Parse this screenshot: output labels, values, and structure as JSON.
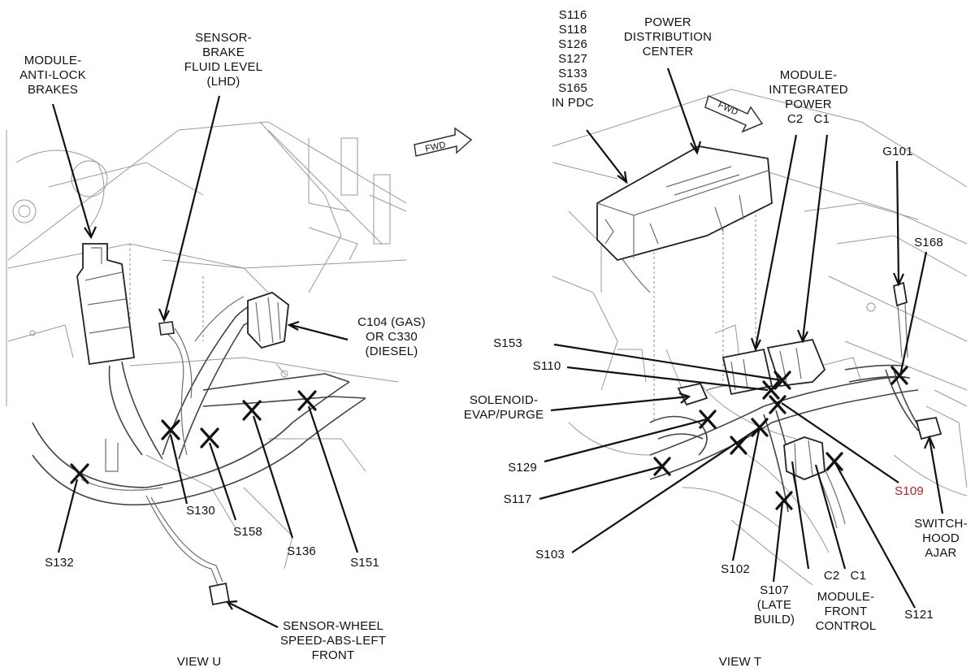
{
  "view_u": {
    "module_abs": "MODULE-\nANTI-LOCK\nBRAKES",
    "sensor_brake_fluid": "SENSOR-\nBRAKE\nFLUID LEVEL\n(LHD)",
    "fwd": "FWD",
    "c104": "C104 (GAS)\nOR C330\n(DIESEL)",
    "s130": "S130",
    "s158": "S158",
    "s136": "S136",
    "s151": "S151",
    "s132": "S132",
    "sensor_wheel": "SENSOR-WHEEL\nSPEED-ABS-LEFT\nFRONT",
    "caption": "VIEW U"
  },
  "view_t": {
    "splices_pdc": "S116\nS118\nS126\nS127\nS133\nS165\nIN PDC",
    "pdc": "POWER\nDISTRIBUTION\nCENTER",
    "fwd": "FWD",
    "module_ipm": "MODULE-\nINTEGRATED\nPOWER\nC2   C1",
    "g101": "G101",
    "s168": "S168",
    "s153": "S153",
    "s110": "S110",
    "solenoid": "SOLENOID-\nEVAP/PURGE",
    "s129": "S129",
    "s117": "S117",
    "s103": "S103",
    "s102": "S102",
    "s107": "S107\n(LATE\nBUILD)",
    "fcm_connectors": "C2   C1",
    "module_fcm": "MODULE-\nFRONT\nCONTROL",
    "s121": "S121",
    "s109": "S109",
    "switch_hood": "SWITCH-\nHOOD\nAJAR",
    "caption": "VIEW T"
  },
  "colors": {
    "ink": "#111111",
    "highlight": "#b3202a",
    "background": "#ffffff"
  }
}
